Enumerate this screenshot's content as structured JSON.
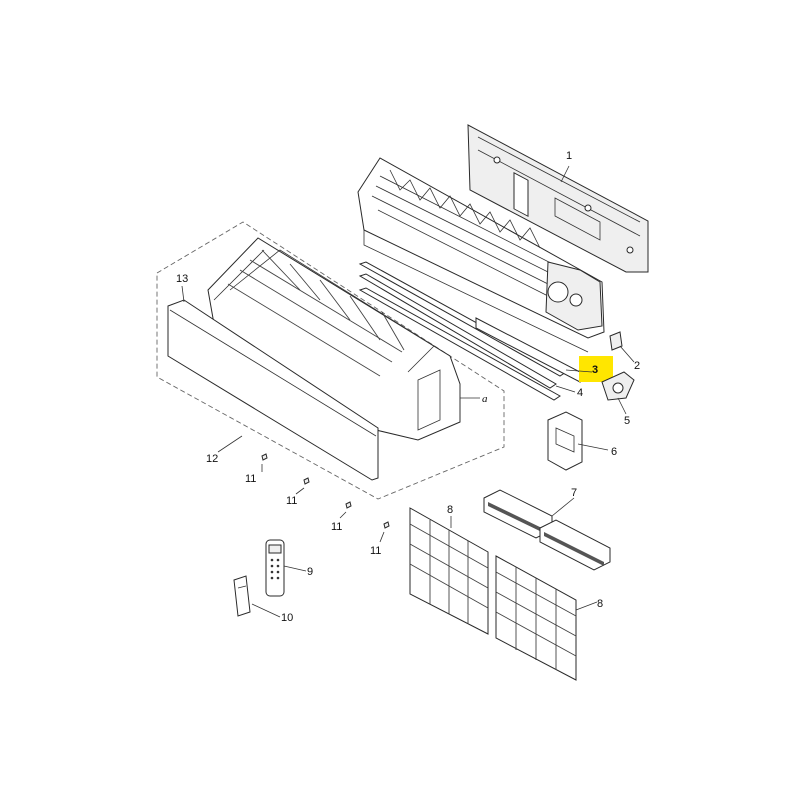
{
  "highlight_color": "#ffe600",
  "callouts": {
    "c1": "1",
    "c2": "2",
    "c3": "3",
    "c4": "4",
    "c5": "5",
    "c6": "6",
    "c7": "7",
    "c8a": "8",
    "c8b": "8",
    "c9": "9",
    "c10": "10",
    "c11a": "11",
    "c11b": "11",
    "c11c": "11",
    "c11d": "11",
    "c12": "12",
    "c13": "13",
    "ca": "a"
  }
}
